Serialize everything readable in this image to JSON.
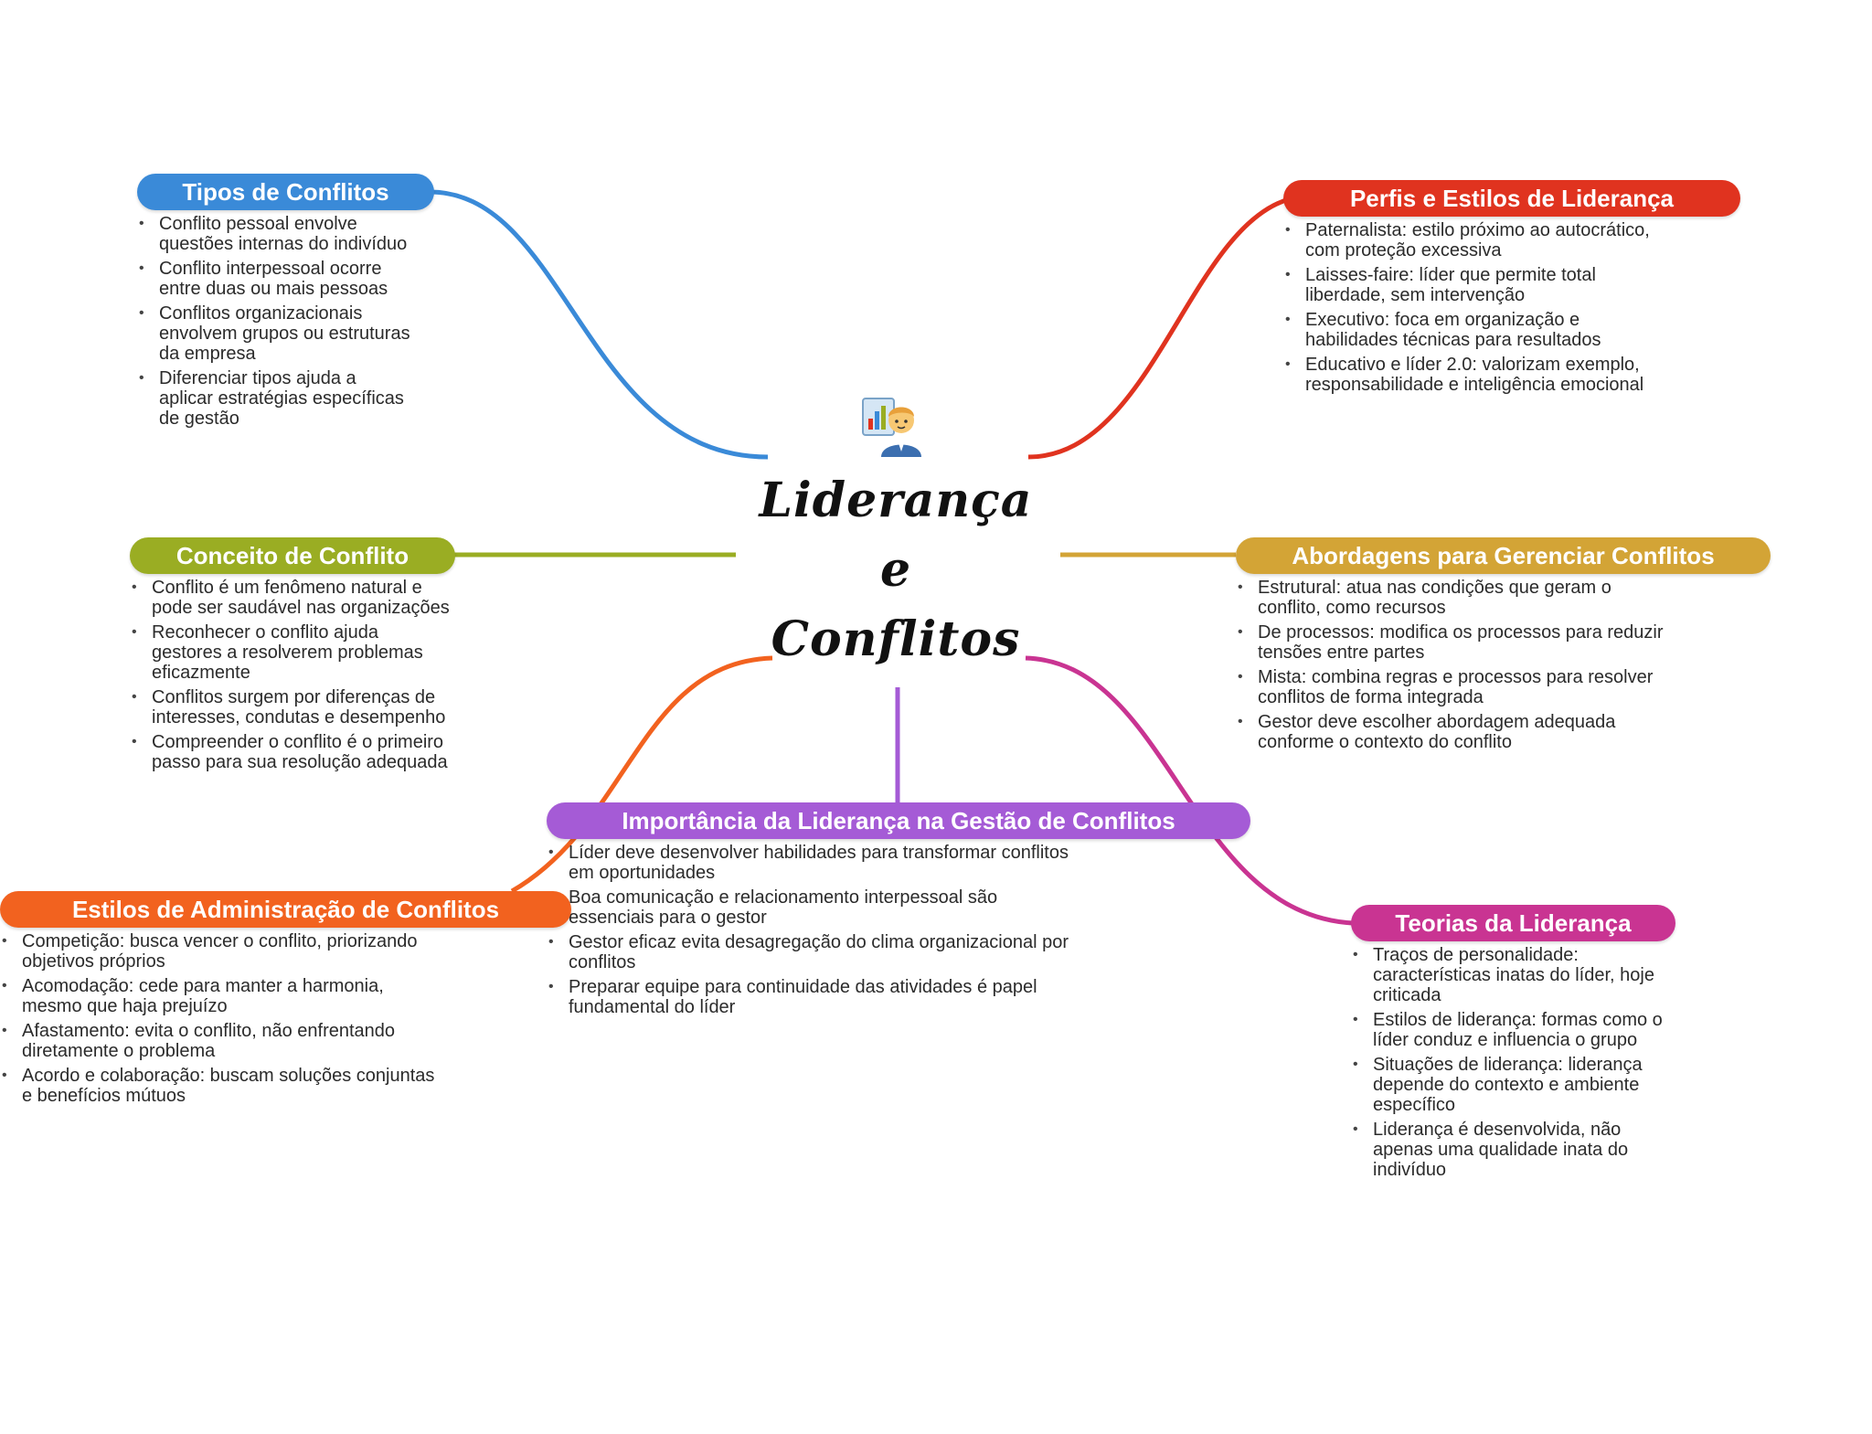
{
  "center": {
    "title_line1": "Liderança",
    "title_line2": "e",
    "title_line3": "Conflitos",
    "icon": "person-with-chart-icon"
  },
  "colors": {
    "tipos": "#3a8ad8",
    "perfis": "#e0331f",
    "conceito": "#9aad23",
    "abordagens": "#d3a436",
    "importancia": "#a55bd6",
    "estilos": "#f2621f",
    "teorias": "#c93492"
  },
  "branches": {
    "tipos": {
      "title": "Tipos de Conflitos",
      "items": [
        "Conflito pessoal envolve questões internas do indivíduo",
        "Conflito interpessoal ocorre entre duas ou mais pessoas",
        "Conflitos organizacionais envolvem grupos ou estruturas da empresa",
        "Diferenciar tipos ajuda a aplicar estratégias específicas de gestão"
      ]
    },
    "perfis": {
      "title": "Perfis e Estilos de Liderança",
      "items": [
        "Paternalista: estilo próximo ao autocrático, com proteção excessiva",
        "Laisses-faire: líder que permite total liberdade, sem intervenção",
        "Executivo: foca em organização e habilidades técnicas para resultados",
        "Educativo e líder 2.0: valorizam exemplo, responsabilidade e inteligência emocional"
      ]
    },
    "conceito": {
      "title": "Conceito de Conflito",
      "items": [
        "Conflito é um fenômeno natural e pode ser saudável nas organizações",
        "Reconhecer o conflito ajuda gestores a resolverem problemas eficazmente",
        "Conflitos surgem por diferenças de interesses, condutas e desempenho",
        "Compreender o conflito é o primeiro passo para sua resolução adequada"
      ]
    },
    "abordagens": {
      "title": "Abordagens para Gerenciar Conflitos",
      "items": [
        "Estrutural: atua nas condições que geram o conflito, como recursos",
        "De processos: modifica os processos para reduzir tensões entre partes",
        "Mista: combina regras e processos para resolver conflitos de forma integrada",
        "Gestor deve escolher abordagem adequada conforme o contexto do conflito"
      ]
    },
    "importancia": {
      "title": "Importância da Liderança na Gestão de Conflitos",
      "items": [
        "Líder deve desenvolver habilidades para transformar conflitos em oportunidades",
        "Boa comunicação e relacionamento interpessoal são essenciais para o gestor",
        "Gestor eficaz evita desagregação do clima organizacional por conflitos",
        "Preparar equipe para continuidade das atividades é papel fundamental do líder"
      ]
    },
    "estilos": {
      "title": "Estilos de Administração de Conflitos",
      "items": [
        "Competição: busca vencer o conflito, priorizando objetivos próprios",
        "Acomodação: cede para manter a harmonia, mesmo que haja prejuízo",
        "Afastamento: evita o conflito, não enfrentando diretamente o problema",
        "Acordo e colaboração: buscam soluções conjuntas e benefícios mútuos"
      ]
    },
    "teorias": {
      "title": "Teorias da Liderança",
      "items": [
        "Traços de personalidade: características inatas do líder, hoje criticada",
        "Estilos de liderança: formas como o líder conduz e influencia o grupo",
        "Situações de liderança: liderança depende do contexto e ambiente específico",
        "Liderança é desenvolvida, não apenas uma qualidade inata do indivíduo"
      ]
    }
  }
}
